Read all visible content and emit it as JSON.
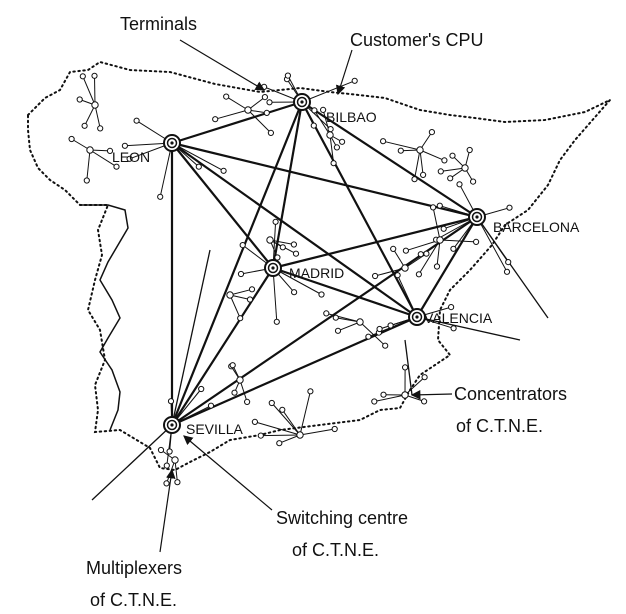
{
  "cities": [
    {
      "id": "leon",
      "label": "LEON"
    },
    {
      "id": "bilbao",
      "label": "BILBAO"
    },
    {
      "id": "barcelona",
      "label": "BARCELONA"
    },
    {
      "id": "madrid",
      "label": "MADRID"
    },
    {
      "id": "valencia",
      "label": "VALENCIA"
    },
    {
      "id": "sevilla",
      "label": "SEVILLA"
    }
  ],
  "annotations": {
    "terminals": "Terminals",
    "customers_cpu": "Customer's CPU",
    "concentrators_line1": "Concentrators",
    "concentrators_line2": "of C.T.N.E.",
    "switching_line1": "Switching centre",
    "switching_line2": "of C.T.N.E.",
    "multiplexers_line1": "Multiplexers",
    "multiplexers_line2": "of C.T.N.E."
  }
}
